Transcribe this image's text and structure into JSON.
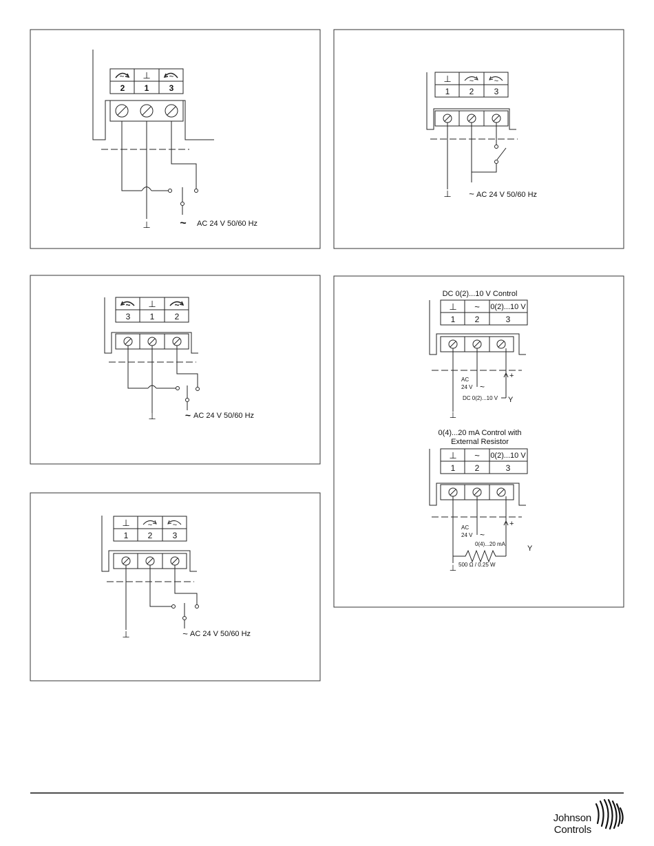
{
  "diagrams": {
    "panel1": {
      "terminals": [
        {
          "symbol": "cw-arrow",
          "number": "2"
        },
        {
          "symbol": "ground",
          "number": "1"
        },
        {
          "symbol": "ccw-arrow",
          "number": "3"
        }
      ],
      "ground_symbol": "⊥",
      "supply_label": "AC 24 V  50/60 Hz"
    },
    "panel2": {
      "terminals": [
        {
          "symbol": "ground",
          "number": "1"
        },
        {
          "symbol": "cw-arrow",
          "number": "2"
        },
        {
          "symbol": "ccw-arrow",
          "number": "3"
        }
      ],
      "supply_label": "AC 24 V  50/60 Hz"
    },
    "panel3": {
      "terminals": [
        {
          "symbol": "ccw-arrow",
          "number": "3"
        },
        {
          "symbol": "ground",
          "number": "1"
        },
        {
          "symbol": "cw-arrow",
          "number": "2"
        }
      ],
      "supply_label": "AC 24 V  50/60 Hz"
    },
    "panel4": {
      "terminals": [
        {
          "symbol": "ground",
          "number": "1"
        },
        {
          "symbol": "cw-arrow",
          "number": "2"
        },
        {
          "symbol": "ccw-arrow",
          "number": "3"
        }
      ],
      "supply_label": "AC 24 V  50/60 Hz"
    },
    "panel5": {
      "title_top": "DC 0(2)...10 V Control",
      "header_cells": [
        "⊥",
        "~",
        "0(2)...10 V"
      ],
      "numbers": [
        "1",
        "2",
        "3"
      ],
      "ac_label": "AC",
      "volt_label": "24 V",
      "dc_label": "DC 0(2)...10 V",
      "y_label": "Y",
      "plus_label": "+",
      "title_bottom_1": "0(4)...20 mA Control with",
      "title_bottom_2": "External Resistor",
      "ma_label": "0(4)...20 mA",
      "resistor_label": "500 Ω / 0.25 W"
    }
  },
  "brand": {
    "line1": "Johnson",
    "line2": "Controls"
  }
}
